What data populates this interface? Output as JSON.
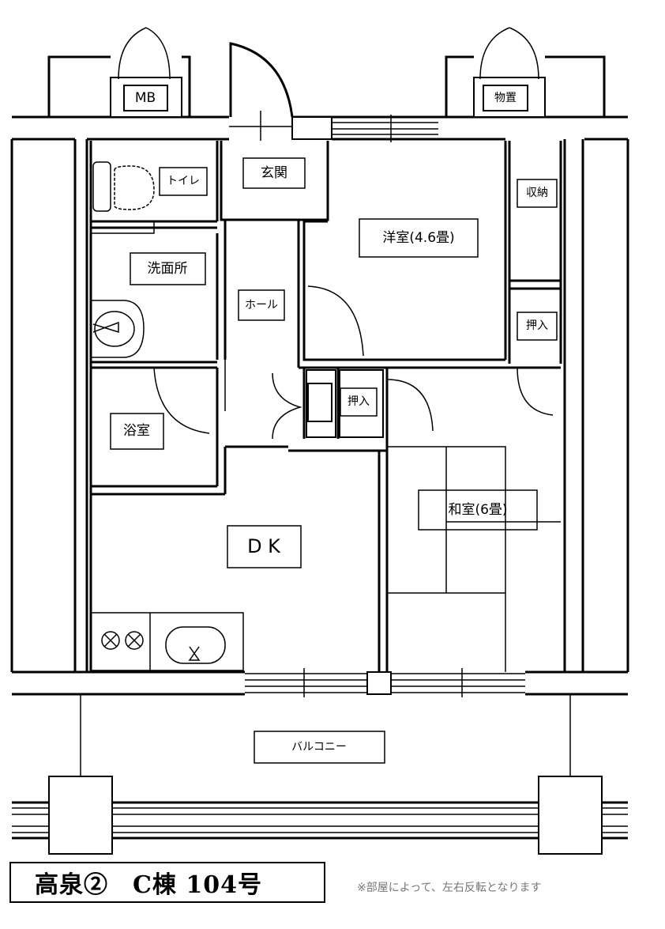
{
  "rooms": {
    "mb": "MB",
    "storage_outside": "物置",
    "toilet": "トイレ",
    "entrance": "玄関",
    "western_room": "洋室(4.6畳)",
    "closet": "収納",
    "washroom": "洗面所",
    "hall": "ホール",
    "oshiire_right": "押入",
    "oshiire_center": "押入",
    "bathroom": "浴室",
    "japanese_room": "和室(6畳)",
    "dk": "D K",
    "balcony": "バルコニー"
  },
  "footer": {
    "unit_title": "高泉②　C棟 104号",
    "note": "※部屋によって、左右反転となります"
  }
}
